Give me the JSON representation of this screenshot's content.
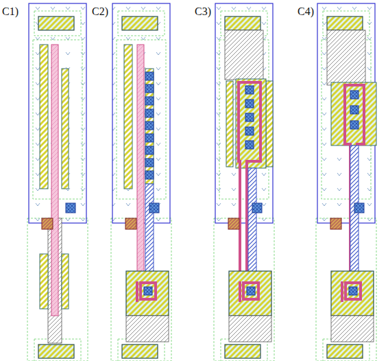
{
  "diagram": {
    "labels": [
      "C1)",
      "C2)",
      "C3)",
      "C4)"
    ]
  }
}
